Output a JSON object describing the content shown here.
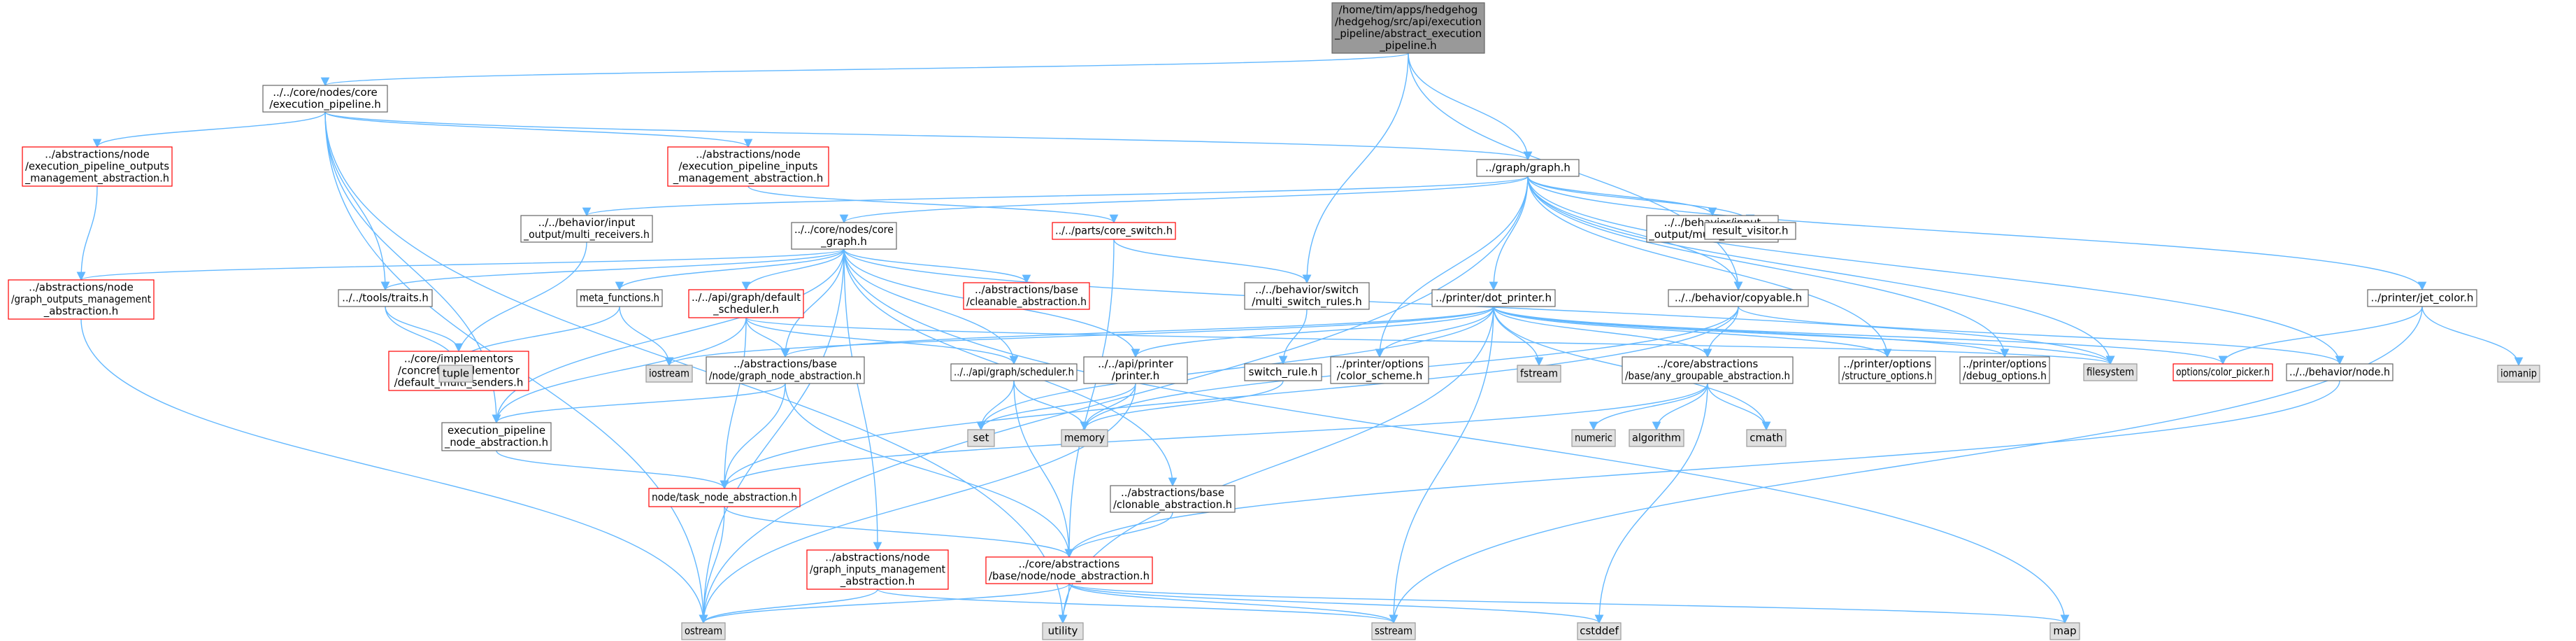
{
  "colors": {
    "edge": "#63b8ff",
    "box_stroke": "#666666",
    "red_stroke": "#ff0000",
    "root_fill": "#999999",
    "root_stroke": "#666666",
    "grey_fill": "#e0e0e0",
    "grey_stroke": "#999999",
    "white_fill": "#ffffff"
  },
  "nodes": [
    {
      "id": "root",
      "style": "root",
      "lines": [
        "/home/tim/apps/hedgehog",
        "/hedgehog/src/api/execution",
        "_pipeline/abstract_execution",
        "_pipeline.h"
      ]
    },
    {
      "id": "core_exec",
      "style": "white",
      "lines": [
        "../../core/nodes/core",
        "/execution_pipeline.h"
      ]
    },
    {
      "id": "graph_h",
      "style": "white",
      "lines": [
        "../graph/graph.h"
      ]
    },
    {
      "id": "outputs_mgmt",
      "style": "red",
      "lines": [
        "../abstractions/node",
        "/execution_pipeline_outputs",
        "_management_abstraction.h"
      ]
    },
    {
      "id": "inputs_mgmt",
      "style": "red",
      "lines": [
        "../abstractions/node",
        "/execution_pipeline_inputs",
        "_management_abstraction.h"
      ]
    },
    {
      "id": "core_switch",
      "style": "red",
      "lines": [
        "../../parts/core_switch.h"
      ]
    },
    {
      "id": "multi_receivers",
      "style": "white",
      "lines": [
        "../../behavior/input",
        "_output/multi_receivers.h"
      ]
    },
    {
      "id": "core_graph",
      "style": "white",
      "lines": [
        "../../core/nodes/core",
        "_graph.h"
      ]
    },
    {
      "id": "multi_senders",
      "style": "white",
      "lines": [
        "../../behavior/input",
        "_output/multi_senders.h"
      ]
    },
    {
      "id": "result_visitor",
      "style": "white",
      "lines": [
        "result_visitor.h"
      ]
    },
    {
      "id": "graph_outputs_mgmt",
      "style": "red",
      "lines": [
        "../abstractions/node",
        "/graph_outputs_management",
        "_abstraction.h"
      ]
    },
    {
      "id": "traits",
      "style": "white",
      "lines": [
        "../../tools/traits.h"
      ]
    },
    {
      "id": "meta_functions",
      "style": "white",
      "lines": [
        "meta_functions.h"
      ]
    },
    {
      "id": "default_scheduler",
      "style": "red",
      "lines": [
        "../../api/graph/default",
        "_scheduler.h"
      ]
    },
    {
      "id": "cleanable",
      "style": "red",
      "lines": [
        "../abstractions/base",
        "/cleanable_abstraction.h"
      ]
    },
    {
      "id": "switch_rules",
      "style": "white",
      "lines": [
        "../../behavior/switch",
        "/multi_switch_rules.h"
      ]
    },
    {
      "id": "dot_printer",
      "style": "white",
      "lines": [
        "../printer/dot_printer.h"
      ]
    },
    {
      "id": "copyable",
      "style": "white",
      "lines": [
        "../../behavior/copyable.h"
      ]
    },
    {
      "id": "jet_color",
      "style": "white",
      "lines": [
        "../printer/jet_color.h"
      ]
    },
    {
      "id": "concrete_impl",
      "style": "red",
      "lines": [
        "../core/implementors",
        "/concrete_implementor",
        "/default_multi_senders.h"
      ]
    },
    {
      "id": "tuple",
      "style": "grey",
      "lines": [
        "tuple"
      ]
    },
    {
      "id": "iostream",
      "style": "grey",
      "lines": [
        "iostream"
      ]
    },
    {
      "id": "graph_node_abs",
      "style": "white",
      "lines": [
        "../abstractions/base",
        "/node/graph_node_abstraction.h"
      ]
    },
    {
      "id": "scheduler",
      "style": "white",
      "lines": [
        "../../api/graph/scheduler.h"
      ]
    },
    {
      "id": "api_printer",
      "style": "white",
      "lines": [
        "../../api/printer",
        "/printer.h"
      ]
    },
    {
      "id": "color_scheme",
      "style": "white",
      "lines": [
        "../printer/options",
        "/color_scheme.h"
      ]
    },
    {
      "id": "fstream",
      "style": "grey",
      "lines": [
        "fstream"
      ]
    },
    {
      "id": "any_groupable",
      "style": "white",
      "lines": [
        "../core/abstractions",
        "/base/any_groupable_abstraction.h"
      ]
    },
    {
      "id": "structure_options",
      "style": "white",
      "lines": [
        "../printer/options",
        "/structure_options.h"
      ]
    },
    {
      "id": "debug_options",
      "style": "white",
      "lines": [
        "../printer/options",
        "/debug_options.h"
      ]
    },
    {
      "id": "filesystem",
      "style": "grey",
      "lines": [
        "filesystem"
      ]
    },
    {
      "id": "color_picker",
      "style": "red",
      "lines": [
        "options/color_picker.h"
      ]
    },
    {
      "id": "behavior_node",
      "style": "white",
      "lines": [
        "../../behavior/node.h"
      ]
    },
    {
      "id": "iomanip",
      "style": "grey",
      "lines": [
        "iomanip"
      ]
    },
    {
      "id": "switch_rule",
      "style": "white",
      "lines": [
        "switch_rule.h"
      ]
    },
    {
      "id": "exec_pipeline_node_abs",
      "style": "white",
      "lines": [
        "execution_pipeline",
        "_node_abstraction.h"
      ]
    },
    {
      "id": "set",
      "style": "grey",
      "lines": [
        "set"
      ]
    },
    {
      "id": "memory",
      "style": "grey",
      "lines": [
        "memory"
      ]
    },
    {
      "id": "numeric",
      "style": "grey",
      "lines": [
        "numeric"
      ]
    },
    {
      "id": "algorithm",
      "style": "grey",
      "lines": [
        "algorithm"
      ]
    },
    {
      "id": "cmath",
      "style": "grey",
      "lines": [
        "cmath"
      ]
    },
    {
      "id": "task_node_abs",
      "style": "red",
      "lines": [
        "node/task_node_abstraction.h"
      ]
    },
    {
      "id": "clonable",
      "style": "white",
      "lines": [
        "../abstractions/base",
        "/clonable_abstraction.h"
      ]
    },
    {
      "id": "graph_inputs_mgmt",
      "style": "red",
      "lines": [
        "../abstractions/node",
        "/graph_inputs_management",
        "_abstraction.h"
      ]
    },
    {
      "id": "node_abs",
      "style": "red",
      "lines": [
        "../core/abstractions",
        "/base/node/node_abstraction.h"
      ]
    },
    {
      "id": "ostream",
      "style": "grey",
      "lines": [
        "ostream"
      ]
    },
    {
      "id": "utility",
      "style": "grey",
      "lines": [
        "utility"
      ]
    },
    {
      "id": "sstream",
      "style": "grey",
      "lines": [
        "sstream"
      ]
    },
    {
      "id": "cstddef",
      "style": "grey",
      "lines": [
        "cstddef"
      ]
    },
    {
      "id": "map",
      "style": "grey",
      "lines": [
        "map"
      ]
    }
  ],
  "edges": [
    [
      "root",
      "core_exec"
    ],
    [
      "root",
      "graph_h"
    ],
    [
      "root",
      "switch_rules"
    ],
    [
      "root",
      "copyable"
    ],
    [
      "core_exec",
      "outputs_mgmt"
    ],
    [
      "core_exec",
      "inputs_mgmt"
    ],
    [
      "core_exec",
      "graph_h"
    ],
    [
      "core_exec",
      "traits"
    ],
    [
      "core_exec",
      "exec_pipeline_node_abs"
    ],
    [
      "core_exec",
      "ostream"
    ],
    [
      "core_exec",
      "utility"
    ],
    [
      "outputs_mgmt",
      "graph_outputs_mgmt"
    ],
    [
      "inputs_mgmt",
      "core_switch"
    ],
    [
      "core_switch",
      "switch_rules"
    ],
    [
      "core_switch",
      "node_abs"
    ],
    [
      "graph_h",
      "multi_receivers"
    ],
    [
      "graph_h",
      "core_graph"
    ],
    [
      "graph_h",
      "multi_senders"
    ],
    [
      "graph_h",
      "result_visitor"
    ],
    [
      "graph_h",
      "dot_printer"
    ],
    [
      "graph_h",
      "copyable"
    ],
    [
      "graph_h",
      "jet_color"
    ],
    [
      "graph_h",
      "color_scheme"
    ],
    [
      "graph_h",
      "structure_options"
    ],
    [
      "graph_h",
      "debug_options"
    ],
    [
      "graph_h",
      "filesystem"
    ],
    [
      "graph_h",
      "behavior_node"
    ],
    [
      "graph_h",
      "ostream"
    ],
    [
      "multi_receivers",
      "tuple"
    ],
    [
      "core_graph",
      "graph_outputs_mgmt"
    ],
    [
      "core_graph",
      "traits"
    ],
    [
      "core_graph",
      "meta_functions"
    ],
    [
      "core_graph",
      "default_scheduler"
    ],
    [
      "core_graph",
      "cleanable"
    ],
    [
      "core_graph",
      "graph_node_abs"
    ],
    [
      "core_graph",
      "scheduler"
    ],
    [
      "core_graph",
      "api_printer"
    ],
    [
      "core_graph",
      "exec_pipeline_node_abs"
    ],
    [
      "core_graph",
      "clonable"
    ],
    [
      "core_graph",
      "graph_inputs_mgmt"
    ],
    [
      "core_graph",
      "ostream"
    ],
    [
      "core_graph",
      "map"
    ],
    [
      "core_graph",
      "filesystem"
    ],
    [
      "graph_outputs_mgmt",
      "ostream"
    ],
    [
      "traits",
      "tuple"
    ],
    [
      "traits",
      "concrete_impl"
    ],
    [
      "meta_functions",
      "tuple"
    ],
    [
      "meta_functions",
      "iostream"
    ],
    [
      "default_scheduler",
      "graph_node_abs"
    ],
    [
      "default_scheduler",
      "scheduler"
    ],
    [
      "default_scheduler",
      "exec_pipeline_node_abs"
    ],
    [
      "default_scheduler",
      "task_node_abs"
    ],
    [
      "default_scheduler",
      "filesystem"
    ],
    [
      "switch_rules",
      "switch_rule"
    ],
    [
      "switch_rule",
      "memory"
    ],
    [
      "dot_printer",
      "iostream"
    ],
    [
      "dot_printer",
      "graph_node_abs"
    ],
    [
      "dot_printer",
      "api_printer"
    ],
    [
      "dot_printer",
      "color_scheme"
    ],
    [
      "dot_printer",
      "fstream"
    ],
    [
      "dot_printer",
      "any_groupable"
    ],
    [
      "dot_printer",
      "structure_options"
    ],
    [
      "dot_printer",
      "debug_options"
    ],
    [
      "dot_printer",
      "filesystem"
    ],
    [
      "dot_printer",
      "color_picker"
    ],
    [
      "dot_printer",
      "set"
    ],
    [
      "dot_printer",
      "cmath"
    ],
    [
      "dot_printer",
      "sstream"
    ],
    [
      "dot_printer",
      "utility"
    ],
    [
      "copyable",
      "memory"
    ],
    [
      "copyable",
      "any_groupable"
    ],
    [
      "copyable",
      "behavior_node"
    ],
    [
      "copyable",
      "task_node_abs"
    ],
    [
      "jet_color",
      "color_picker"
    ],
    [
      "jet_color",
      "iomanip"
    ],
    [
      "jet_color",
      "sstream"
    ],
    [
      "graph_node_abs",
      "exec_pipeline_node_abs"
    ],
    [
      "graph_node_abs",
      "task_node_abs"
    ],
    [
      "graph_node_abs",
      "node_abs"
    ],
    [
      "scheduler",
      "set"
    ],
    [
      "scheduler",
      "memory"
    ],
    [
      "scheduler",
      "node_abs"
    ],
    [
      "api_printer",
      "set"
    ],
    [
      "api_printer",
      "memory"
    ],
    [
      "api_printer",
      "ostream"
    ],
    [
      "any_groupable",
      "numeric"
    ],
    [
      "any_groupable",
      "algorithm"
    ],
    [
      "any_groupable",
      "cmath"
    ],
    [
      "any_groupable",
      "cstddef"
    ],
    [
      "any_groupable",
      "task_node_abs"
    ],
    [
      "behavior_node",
      "node_abs"
    ],
    [
      "exec_pipeline_node_abs",
      "task_node_abs"
    ],
    [
      "task_node_abs",
      "node_abs"
    ],
    [
      "task_node_abs",
      "ostream"
    ],
    [
      "clonable",
      "node_abs"
    ],
    [
      "graph_inputs_mgmt",
      "ostream"
    ],
    [
      "graph_inputs_mgmt",
      "sstream"
    ],
    [
      "node_abs",
      "ostream"
    ],
    [
      "node_abs",
      "utility"
    ],
    [
      "node_abs",
      "sstream"
    ],
    [
      "node_abs",
      "cstddef"
    ],
    [
      "node_abs",
      "map"
    ]
  ]
}
